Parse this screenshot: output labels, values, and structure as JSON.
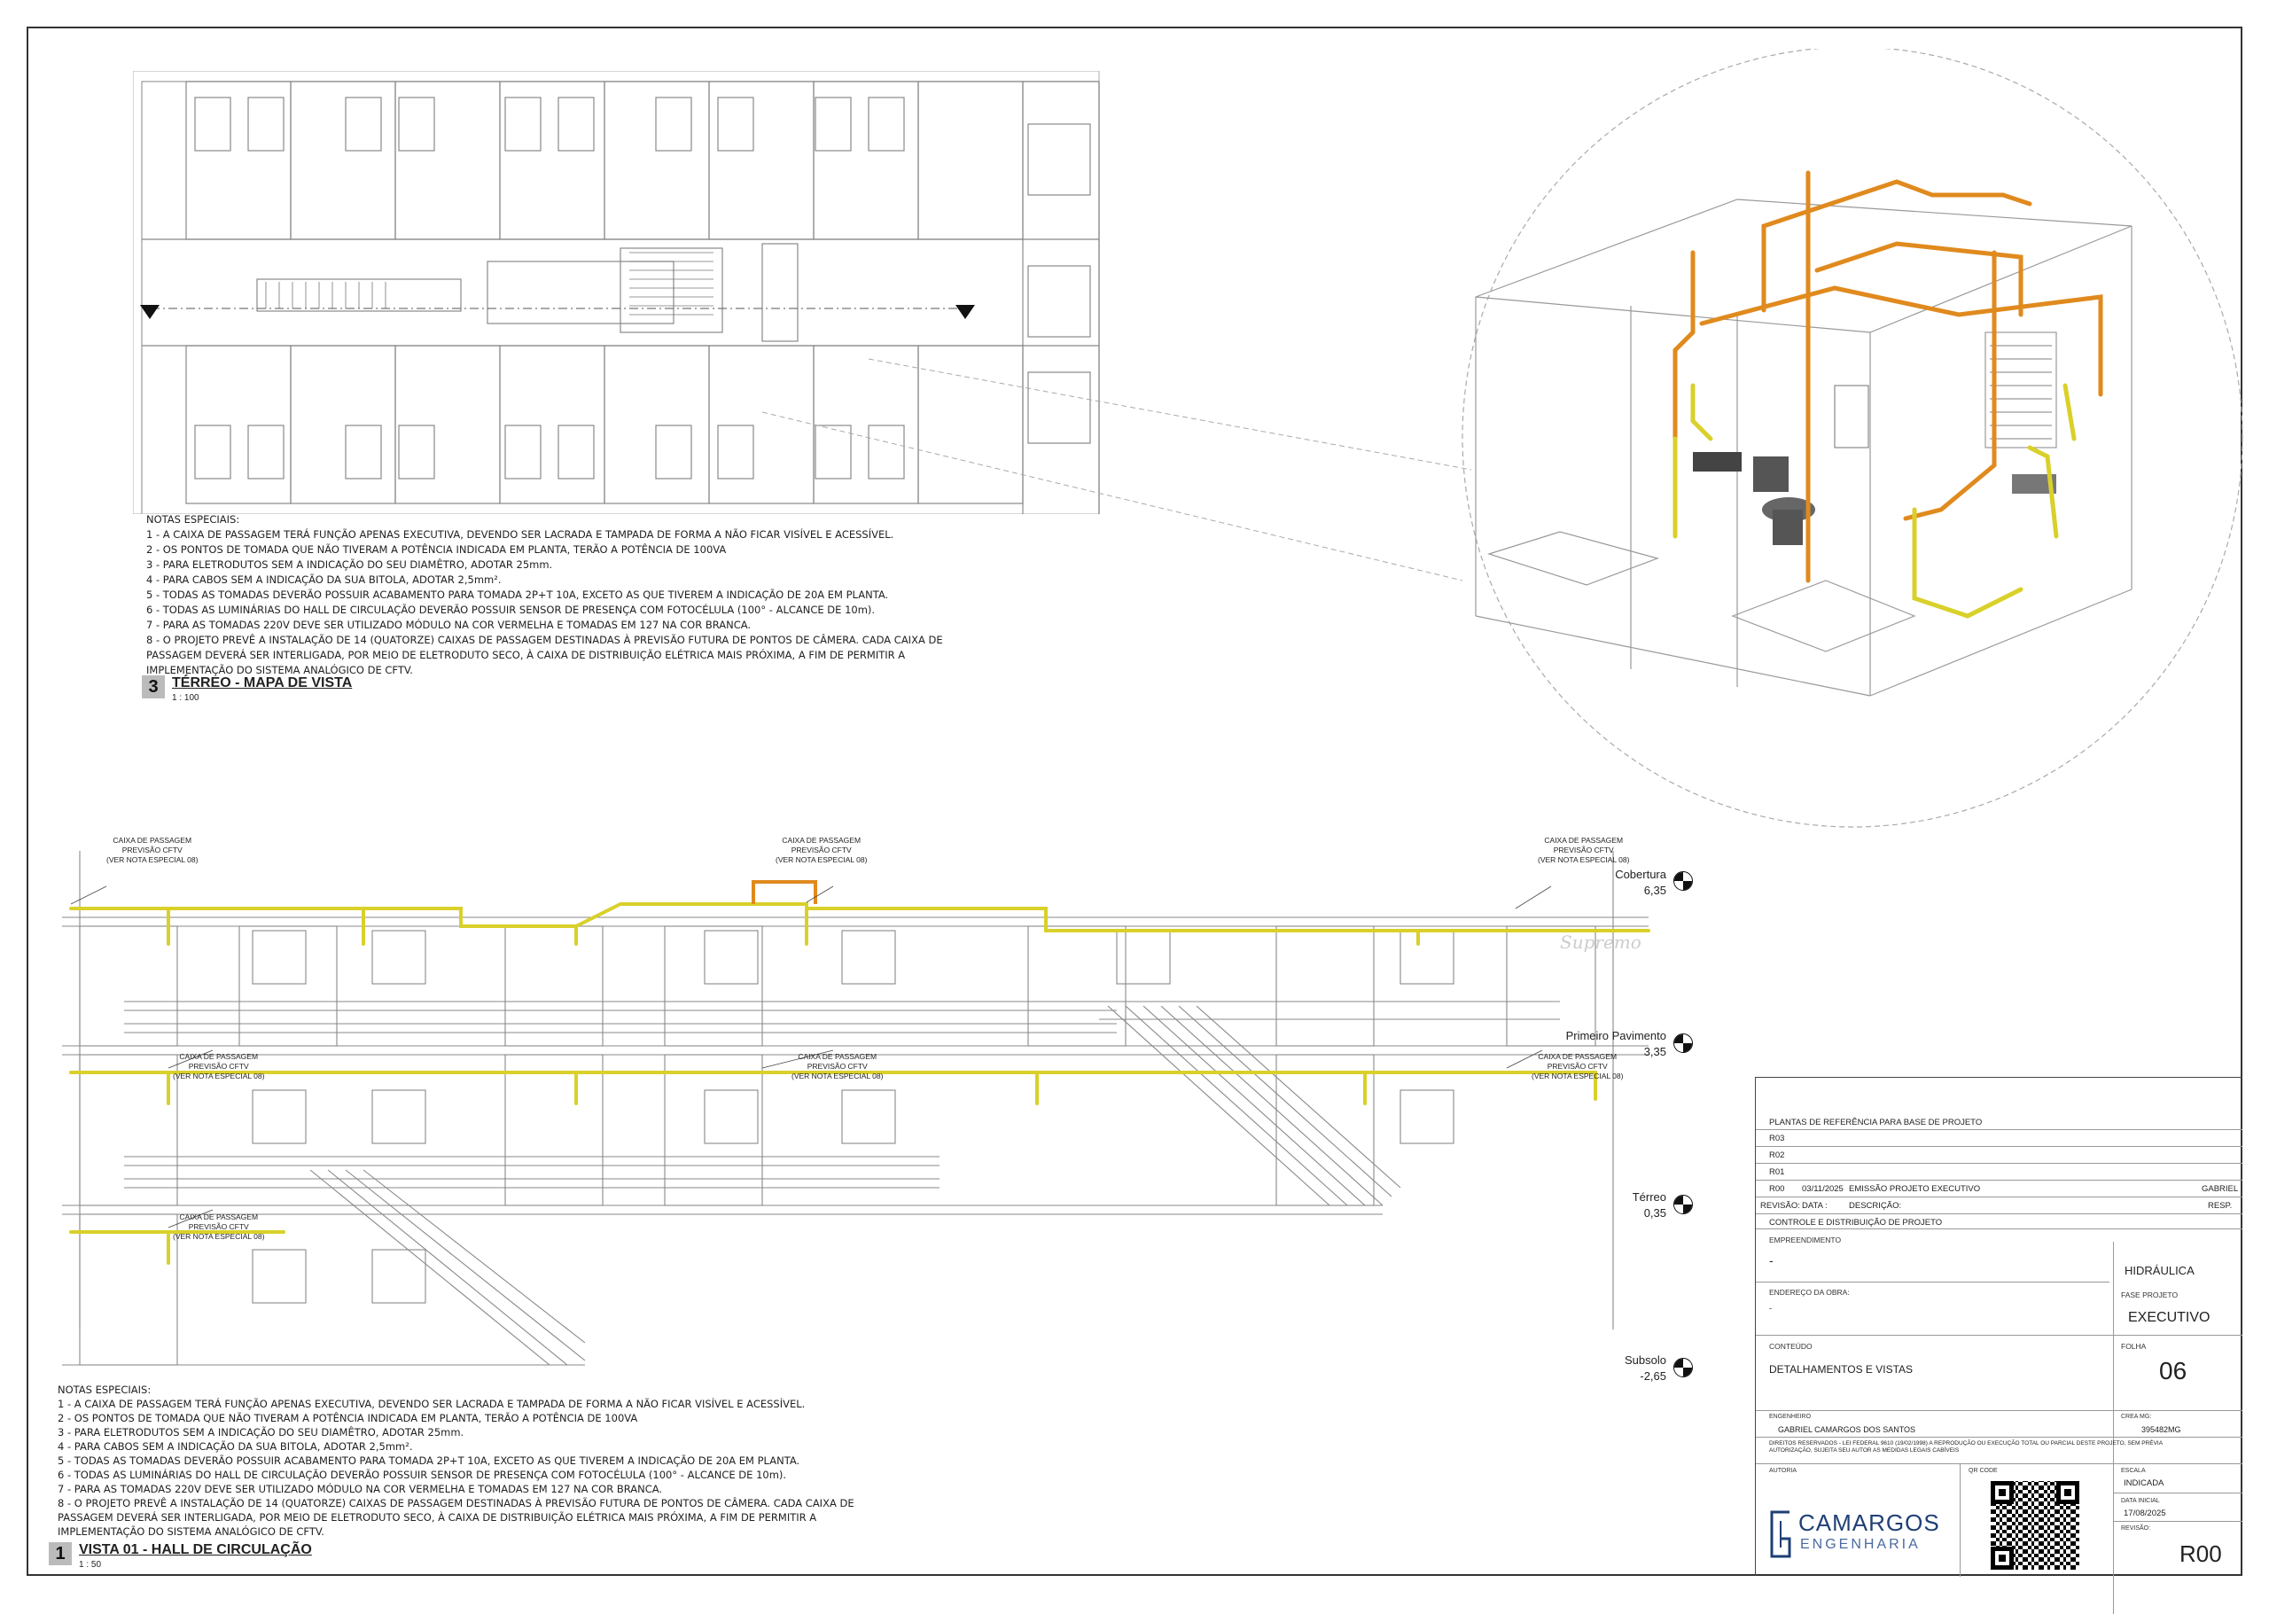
{
  "notes_title": "NOTAS ESPECIAIS:",
  "notes": [
    "1 -  A CAIXA DE PASSAGEM TERÁ FUNÇÃO APENAS EXECUTIVA, DEVENDO SER LACRADA E TAMPADA DE FORMA A NÃO FICAR VISÍVEL E ACESSÍVEL.",
    "2 - OS PONTOS DE TOMADA QUE NÃO TIVERAM A POTÊNCIA INDICADA EM PLANTA, TERÃO A POTÊNCIA DE 100VA",
    "3 - PARA ELETRODUTOS SEM A INDICAÇÃO DO SEU DIAMÊTRO, ADOTAR 25mm.",
    "4 - PARA CABOS SEM A INDICAÇÃO DA SUA BITOLA, ADOTAR 2,5mm².",
    "5 - TODAS  AS TOMADAS DEVERÃO POSSUIR ACABAMENTO PARA TOMADA 2P+T 10A, EXCETO AS QUE TIVEREM A INDICAÇÃO DE 20A EM PLANTA.",
    "6 - TODAS AS LUMINÁRIAS DO HALL DE CIRCULAÇÃO DEVERÃO POSSUIR SENSOR DE PRESENÇA COM FOTOCÉLULA (100° - ALCANCE DE 10m).",
    "7 - PARA AS TOMADAS 220V DEVE SER UTILIZADO MÓDULO NA COR VERMELHA E TOMADAS EM 127 NA COR BRANCA.",
    "8 - O PROJETO PREVÊ A INSTALAÇÃO DE 14 (QUATORZE) CAIXAS DE PASSAGEM DESTINADAS À PREVISÃO FUTURA DE PONTOS DE CÂMERA. CADA CAIXA DE",
    "PASSAGEM DEVERÁ SER INTERLIGADA, POR MEIO DE ELETRODUTO SECO, À CAIXA DE DISTRIBUIÇÃO ELÉTRICA MAIS PRÓXIMA, A FIM DE PERMITIR A",
    "IMPLEMENTAÇÃO DO SISTEMA ANALÓGICO DE CFTV."
  ],
  "view3": {
    "num": "3",
    "name": "TÉRREO - MAPA DE VISTA",
    "scale": "1 : 100"
  },
  "view1": {
    "num": "1",
    "name": "VISTA 01 - HALL DE CIRCULAÇÃO",
    "scale": "1 : 50"
  },
  "cx_label": [
    "CAIXA DE PASSAGEM",
    "PREVISÃO CFTV",
    "(VER NOTA ESPECIAL 08)"
  ],
  "levels": [
    {
      "name": "Cobertura",
      "value": "6,35"
    },
    {
      "name": "Primeiro Pavimento",
      "value": "3,35"
    },
    {
      "name": "Térreo",
      "value": "0,35"
    },
    {
      "name": "Subsolo",
      "value": "-2,65"
    }
  ],
  "watermark": "Supremo",
  "titleblock": {
    "ref_title": "PLANTAS DE REFERÊNCIA PARA BASE DE PROJETO",
    "revs": [
      "R03",
      "R02",
      "R01"
    ],
    "r00": {
      "rev": "R00",
      "date": "03/11/2025",
      "desc": "EMISSÃO PROJETO EXECUTIVO",
      "resp": "GABRIEL"
    },
    "hdr": {
      "rev": "REVISÃO:",
      "date": "DATA :",
      "desc": "DESCRIÇÃO:",
      "resp": "RESP."
    },
    "subject": "CONTROLE E DISTRIBUIÇÃO DE PROJETO",
    "empreend_lbl": "EMPREENDIMENTO",
    "empreend_val": "-",
    "disciplina": "HIDRÁULICA",
    "endereco_lbl": "ENDEREÇO DA OBRA:",
    "endereco_val": "-",
    "fase_lbl": "FASE PROJETO",
    "fase_val": "EXECUTIVO",
    "conteudo_lbl": "CONTEÚDO",
    "conteudo_val": "DETALHAMENTOS E VISTAS",
    "folha_lbl": "FOLHA",
    "folha_val": "06",
    "eng_lbl": "ENGENHEIRO",
    "eng_val": "GABRIEL CAMARGOS DOS SANTOS",
    "crea_lbl": "CREA MG:",
    "crea_val": "395482MG",
    "direitos": "DIREITOS RESERVADOS - LEI FEDERAL 9610 (19/02/1998) A REPRODUÇÃO OU EXECUÇÃO TOTAL OU PARCIAL DESTE PROJETO, SEM PRÉVIA AUTORIZAÇÃO, SUJEITA SEU AUTOR AS MEDIDAS LEGAIS CABÍVEIS",
    "autoria_lbl": "AUTORIA",
    "qr_lbl": "QR CODE",
    "escala_lbl": "ESCALA",
    "escala_val": "INDICADA",
    "data_lbl": "DATA INICIAL",
    "data_val": "17/08/2025",
    "revisao_lbl": "REVISÃO:",
    "revisao_val": "R00",
    "logo_main": "CAMARGOS",
    "logo_sub": "ENGENHARIA"
  },
  "colors": {
    "conduit": "#d9d02a",
    "conduit_dark": "#c0b520",
    "riser": "#e08a1e",
    "line": "#777"
  }
}
